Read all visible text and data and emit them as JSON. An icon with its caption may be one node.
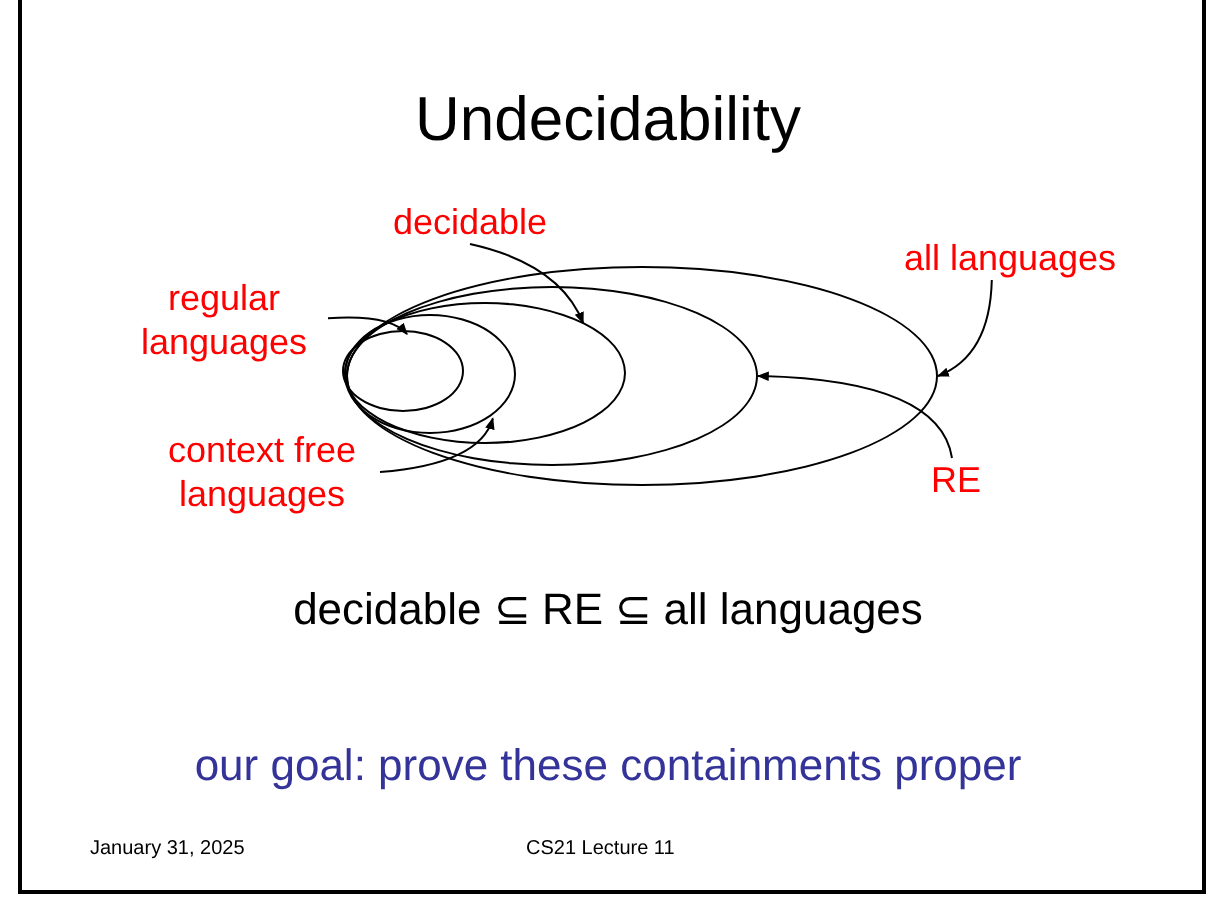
{
  "diagram": {
    "title": "Undecidability",
    "nodes": [
      {
        "text": [
          "decidable"
        ]
      },
      {
        "text": [
          "all languages"
        ]
      },
      {
        "text": [
          "regular languages"
        ]
      },
      {
        "text": [],
        "shape": "ellipse"
      },
      {
        "text": [],
        "shape": "ellipse",
        "in": 3
      },
      {
        "text": [],
        "shape": "ellipse",
        "in": 4
      },
      {
        "text": [],
        "shape": "ellipse",
        "in": 5
      },
      {
        "text": [],
        "shape": "ellipse",
        "in": 6
      },
      {
        "text": [
          "context free languages"
        ]
      },
      {
        "text": [
          "RE"
        ]
      }
    ],
    "edges": [
      {
        "from": 0,
        "to": 5,
        "arrow": "to"
      },
      {
        "from": 1,
        "to": 3,
        "arrow": "to"
      },
      {
        "from": 2,
        "to": 7,
        "arrow": "to"
      },
      {
        "from": 8,
        "to": 6,
        "arrow": "to"
      },
      {
        "from": 9,
        "to": 4,
        "arrow": "to"
      }
    ],
    "labels": [
      "decidable ⊆ RE ⊆ all languages",
      "our goal: prove these containments proper",
      "January 31, 2025",
      "CS21 Lecture 11"
    ]
  }
}
